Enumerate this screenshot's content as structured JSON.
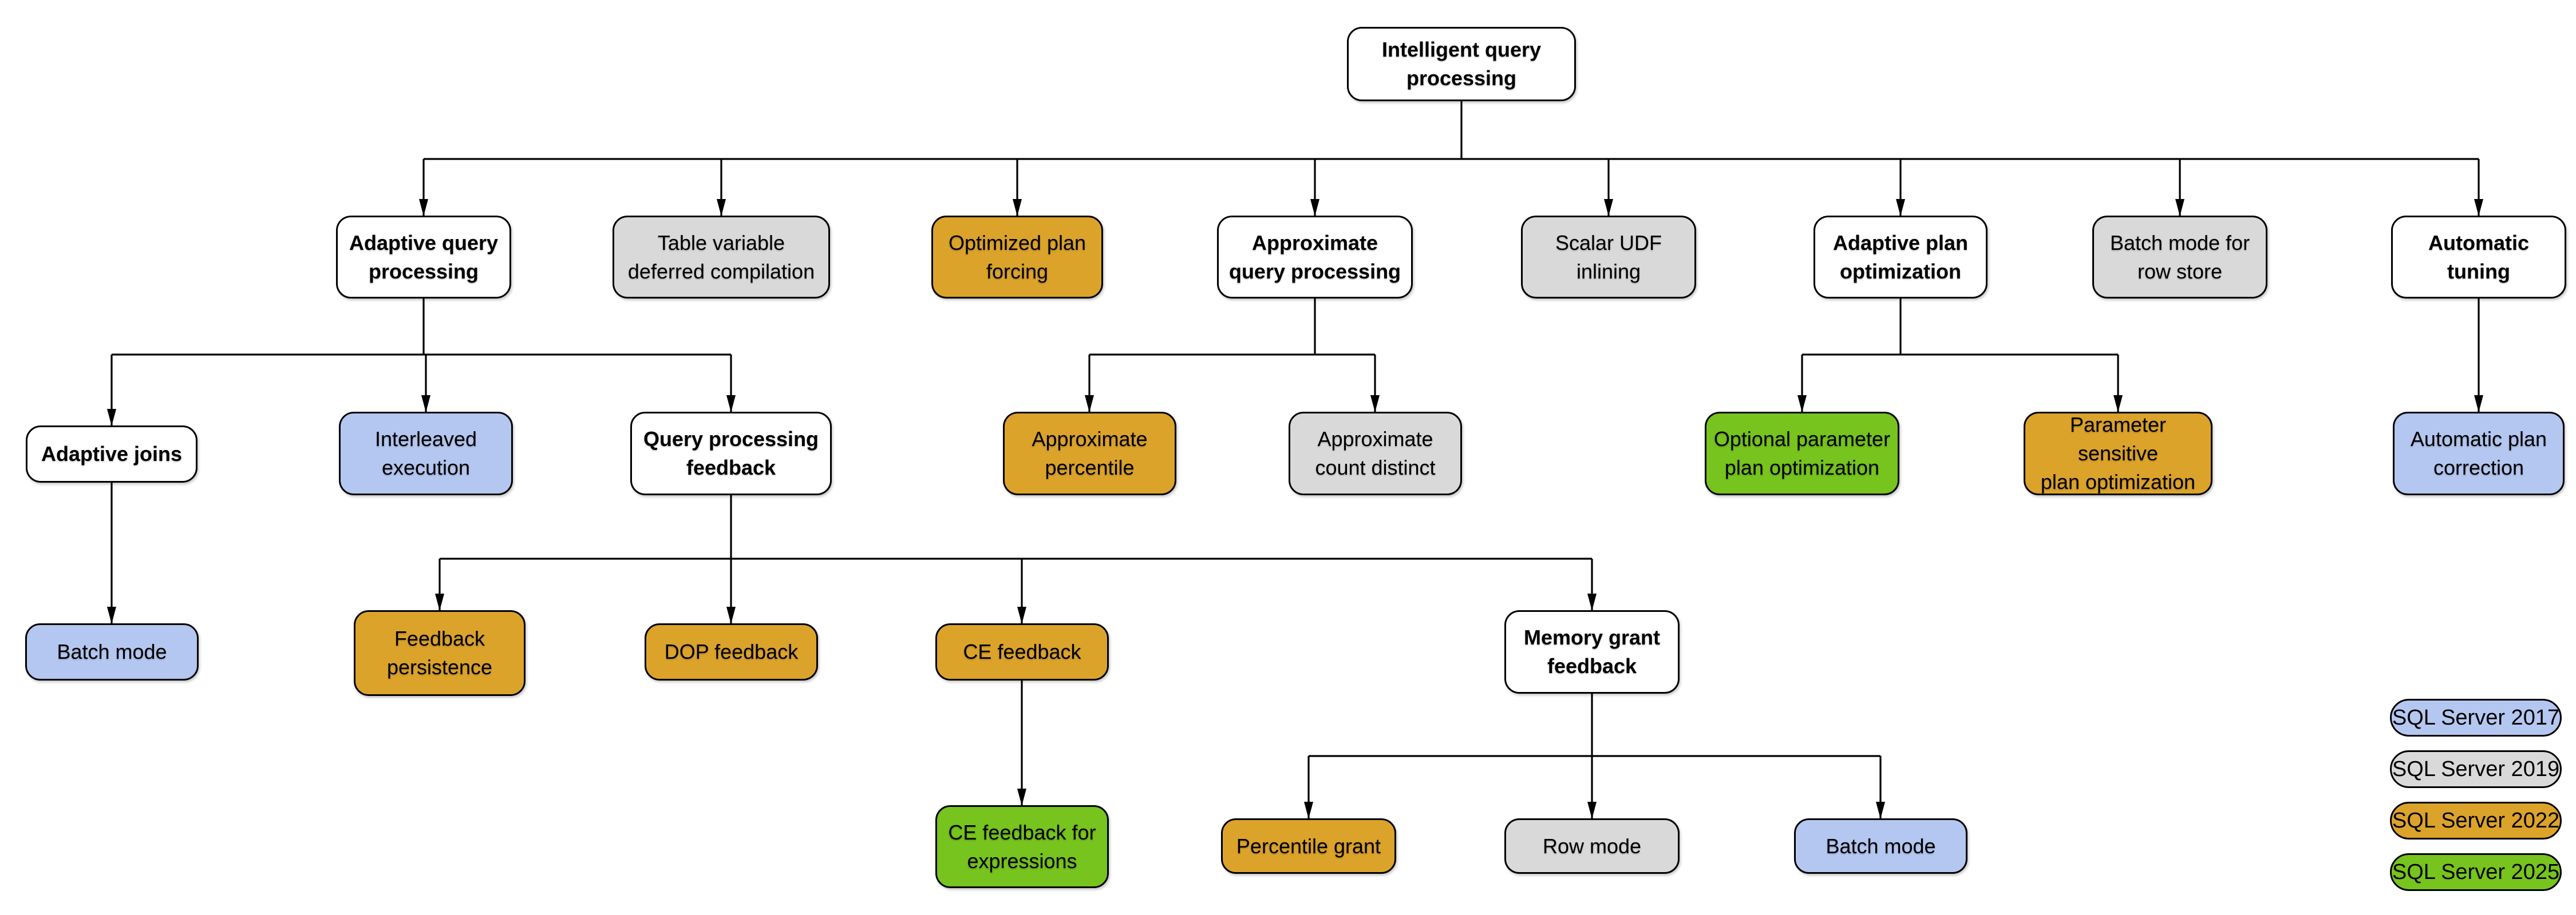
{
  "diagram_title": "Intelligent query processing",
  "colors": {
    "sql2017": "#B4C7F0",
    "sql2019": "#D9D9D9",
    "sql2022": "#DCA32B",
    "sql2025": "#76C41D",
    "plain": "#FFFFFF",
    "line": "#000000"
  },
  "nodes": {
    "root": {
      "label": "Intelligent query\nprocessing",
      "version": "none"
    },
    "adaptive_query_processing": {
      "label": "Adaptive query\nprocessing",
      "version": "none"
    },
    "table_variable_deferred_compilation": {
      "label": "Table variable\ndeferred compilation",
      "version": "SQL Server 2019"
    },
    "optimized_plan_forcing": {
      "label": "Optimized plan\nforcing",
      "version": "SQL Server 2022"
    },
    "approximate_query_processing": {
      "label": "Approximate\nquery processing",
      "version": "none"
    },
    "scalar_udf_inlining": {
      "label": "Scalar UDF\ninlining",
      "version": "SQL Server 2019"
    },
    "adaptive_plan_optimization": {
      "label": "Adaptive plan\noptimization",
      "version": "none"
    },
    "batch_mode_for_row_store": {
      "label": "Batch mode for\nrow store",
      "version": "SQL Server 2019"
    },
    "automatic_tuning": {
      "label": "Automatic\ntuning",
      "version": "none"
    },
    "adaptive_joins": {
      "label": "Adaptive joins",
      "version": "none"
    },
    "interleaved_execution": {
      "label": "Interleaved\nexecution",
      "version": "SQL Server 2017"
    },
    "query_processing_feedback": {
      "label": "Query processing\nfeedback",
      "version": "none"
    },
    "approximate_percentile": {
      "label": "Approximate\npercentile",
      "version": "SQL Server 2022"
    },
    "approximate_count_distinct": {
      "label": "Approximate\ncount distinct",
      "version": "SQL Server 2019"
    },
    "optional_parameter_plan_optimization": {
      "label": "Optional parameter\nplan optimization",
      "version": "SQL Server 2025"
    },
    "parameter_sensitive_plan_optimization": {
      "label": "Parameter sensitive\nplan optimization",
      "version": "SQL Server 2022"
    },
    "automatic_plan_correction": {
      "label": "Automatic plan\ncorrection",
      "version": "SQL Server 2017"
    },
    "batch_mode_adaptive_joins": {
      "label": "Batch mode",
      "version": "SQL Server 2017"
    },
    "feedback_persistence": {
      "label": "Feedback\npersistence",
      "version": "SQL Server 2022"
    },
    "dop_feedback": {
      "label": "DOP feedback",
      "version": "SQL Server 2022"
    },
    "ce_feedback": {
      "label": "CE feedback",
      "version": "SQL Server 2022"
    },
    "memory_grant_feedback": {
      "label": "Memory grant\nfeedback",
      "version": "none"
    },
    "ce_feedback_for_expressions": {
      "label": "CE feedback for\nexpressions",
      "version": "SQL Server 2025"
    },
    "percentile_grant": {
      "label": "Percentile grant",
      "version": "SQL Server 2022"
    },
    "row_mode": {
      "label": "Row mode",
      "version": "SQL Server 2019"
    },
    "batch_mode_memory_grant": {
      "label": "Batch mode",
      "version": "SQL Server 2017"
    }
  },
  "legend": {
    "items": [
      {
        "label": "SQL Server 2017",
        "color_key": "sql2017"
      },
      {
        "label": "SQL Server 2019",
        "color_key": "sql2019"
      },
      {
        "label": "SQL Server 2022",
        "color_key": "sql2022"
      },
      {
        "label": "SQL Server 2025",
        "color_key": "sql2025"
      }
    ]
  }
}
